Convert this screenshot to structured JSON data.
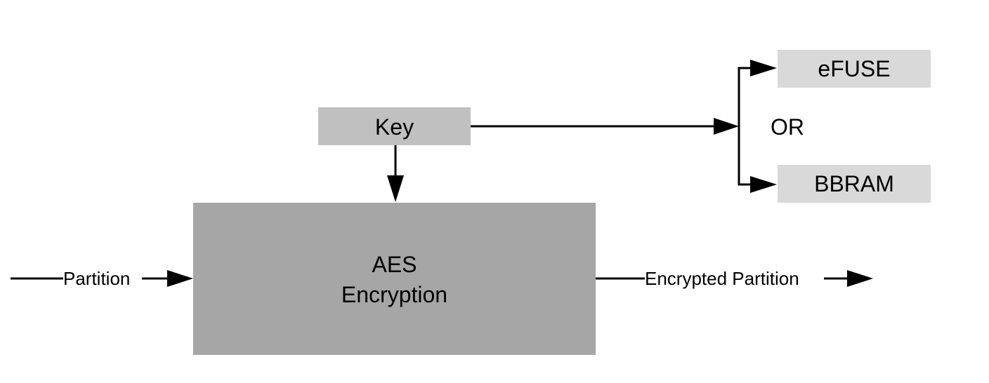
{
  "colors": {
    "key_box": "#c0c0c0",
    "aes_box": "#a6a6a6",
    "storage_box": "#d9d9d9",
    "lines": "#000000"
  },
  "nodes": {
    "key": "Key",
    "aes_line1": "AES",
    "aes_line2": "Encryption",
    "efuse": "eFUSE",
    "or_text": "OR",
    "bbram": "BBRAM"
  },
  "edges": {
    "input": "Partition",
    "output": "Encrypted Partition"
  }
}
